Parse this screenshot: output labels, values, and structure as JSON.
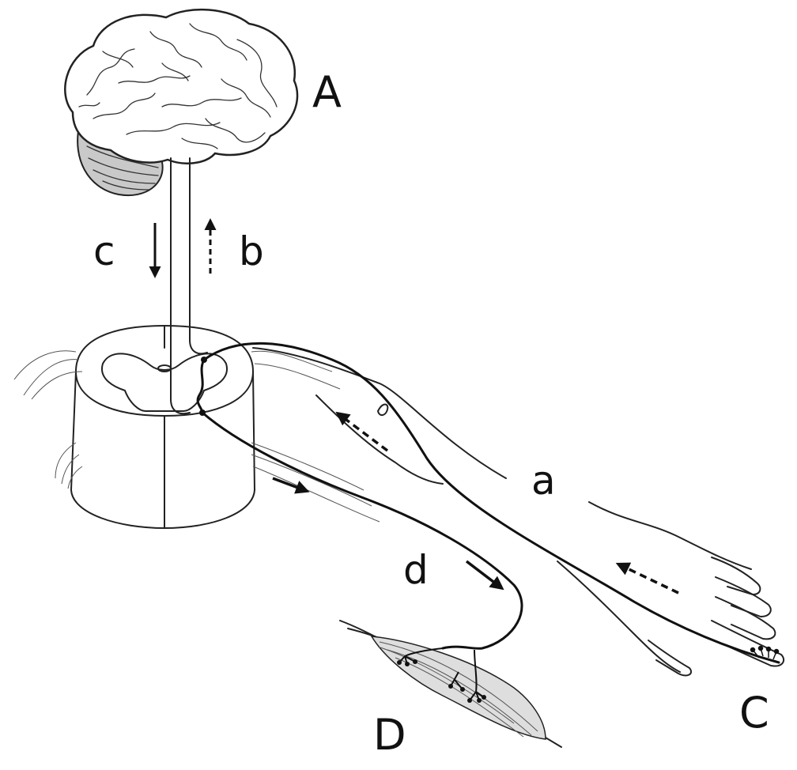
{
  "labels": {
    "A": "A",
    "b": "b",
    "c": "c",
    "a": "a",
    "d": "d",
    "C": "C",
    "D": "D"
  },
  "colors": {
    "stroke": "#111111",
    "cerebellum_fill": "#c9c9c9",
    "muscle_fill": "#dedede",
    "background": "#ffffff"
  }
}
